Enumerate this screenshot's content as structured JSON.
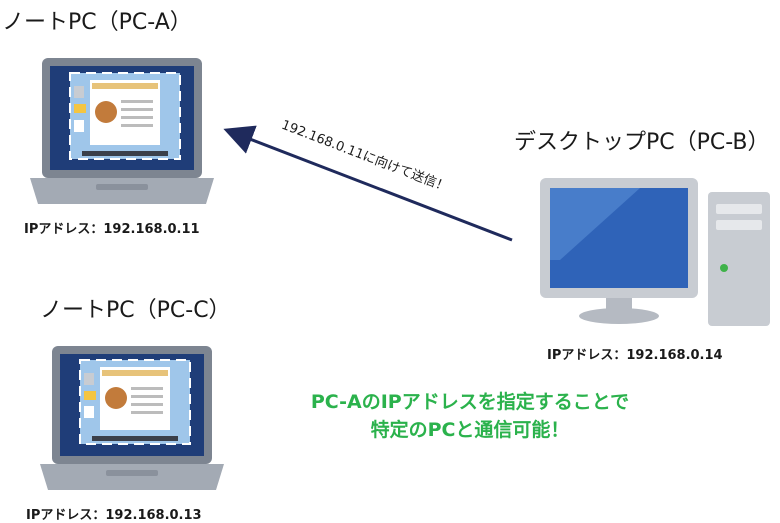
{
  "pc_a": {
    "title": "ノートPC（PC-A）",
    "ip_label": "IPアドレス：192.168.0.11"
  },
  "pc_b": {
    "title": "デスクトップPC（PC-B）",
    "ip_label": "IPアドレス：192.168.0.14"
  },
  "pc_c": {
    "title": "ノートPC（PC-C）",
    "ip_label": "IPアドレス：192.168.0.13"
  },
  "arrow": {
    "label": "192.168.0.11に向けて送信！"
  },
  "message": {
    "line1": "PC-AのIPアドレスを指定することで",
    "line2": "特定のPCと通信可能！"
  },
  "colors": {
    "arrow": "#1f2a5c",
    "message": "#2bb24c",
    "screen": "#2f63b8",
    "laptop_body": "#7d8591"
  }
}
